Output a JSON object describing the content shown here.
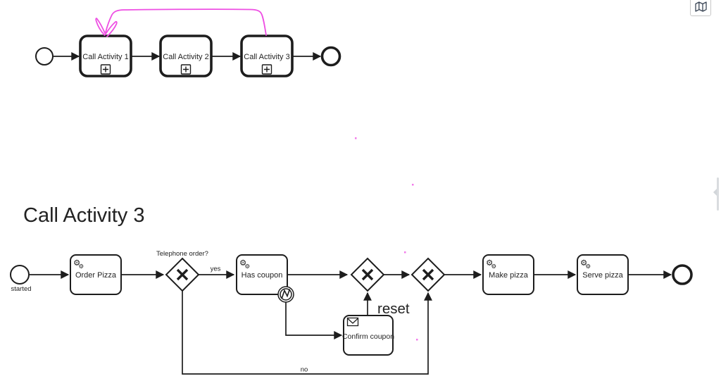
{
  "colors": {
    "stroke": "#1d1d1d",
    "ink_pink": "#ee4fe3",
    "accent_orange": "#e84e28",
    "icon_slate": "#3b4656",
    "button_border": "#c8c8c8",
    "toggle_gray": "#d9dcdf"
  },
  "icons": {
    "gear": "⚙"
  },
  "toolbar": {
    "minimap_button": {
      "icon": "map-icon"
    }
  },
  "side_toggle": {
    "icon": "chevron-left-icon"
  },
  "top_process": {
    "activities": [
      {
        "label": "Call Activity 1",
        "marker": "collapsed-subprocess"
      },
      {
        "label": "Call Activity 2",
        "marker": "collapsed-subprocess"
      },
      {
        "label": "Call Activity 3",
        "marker": "collapsed-subprocess"
      }
    ],
    "ink_annotation": "freehand pink arrow from Call Activity 3 back to Call Activity 1"
  },
  "bottom_process": {
    "heading": "Call Activity 3",
    "start_event_label": "started",
    "tasks": {
      "order_pizza": {
        "label": "Order Pizza",
        "type": "service"
      },
      "has_coupon": {
        "label": "Has coupon",
        "type": "service"
      },
      "confirm_coupon": {
        "label": "Confirm coupon",
        "type": "receive"
      },
      "make_pizza": {
        "label": "Make pizza",
        "type": "service"
      },
      "serve_pizza": {
        "label": "Serve pizza",
        "type": "service"
      }
    },
    "gateways": {
      "telephone_order": {
        "label": "Telephone order?",
        "type": "exclusive"
      },
      "join_reset": {
        "type": "exclusive"
      },
      "join_no": {
        "type": "exclusive"
      }
    },
    "flow_labels": {
      "yes": "yes",
      "no": "no"
    },
    "boundary_event": {
      "type": "error",
      "attached_to": "Has coupon"
    },
    "annotation_reset": "reset"
  }
}
